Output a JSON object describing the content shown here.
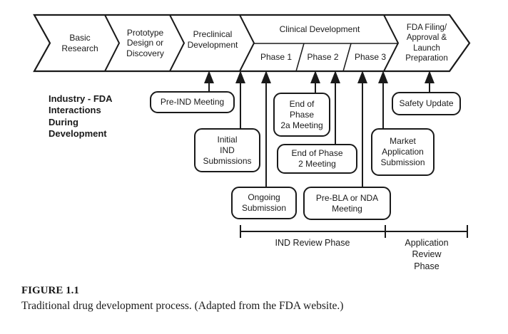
{
  "figure": {
    "stages": [
      {
        "label": "Basic\nResearch"
      },
      {
        "label": "Prototype\nDesign or\nDiscovery"
      },
      {
        "label": "Preclinical\nDevelopment"
      },
      {
        "label": "Clinical Development"
      },
      {
        "label": "FDA Filing/\nApproval &\nLaunch\nPreparation"
      }
    ],
    "phases": [
      {
        "label": "Phase 1"
      },
      {
        "label": "Phase 2"
      },
      {
        "label": "Phase 3"
      }
    ],
    "side_label": "Industry - FDA\nInteractions\nDuring\nDevelopment",
    "callouts": [
      {
        "label": "Pre-IND Meeting",
        "points_to": "Preclinical Development"
      },
      {
        "label": "Initial\nIND\nSubmissions",
        "points_to": "Preclinical/Clinical boundary"
      },
      {
        "label": "Ongoing\nSubmission",
        "points_to": "Phase 1"
      },
      {
        "label": "End of\nPhase\n2a Meeting",
        "points_to": "Phase 2"
      },
      {
        "label": "End of Phase\n2 Meeting",
        "points_to": "Phase 2"
      },
      {
        "label": "Pre-BLA or NDA\nMeeting",
        "points_to": "Phase 3"
      },
      {
        "label": "Market\nApplication\nSubmission",
        "points_to": "Phase 3/FDA boundary"
      },
      {
        "label": "Safety Update",
        "points_to": "FDA Filing/Approval & Launch Preparation"
      }
    ],
    "timeline": [
      {
        "label": "IND Review Phase"
      },
      {
        "label": "Application\nReview\nPhase"
      }
    ],
    "colors": {
      "ink": "#1a1a1a",
      "background": "#ffffff"
    }
  },
  "caption": {
    "figure_label": "FIGURE 1.1",
    "text": "Traditional drug development process. (Adapted from the FDA website.)"
  }
}
